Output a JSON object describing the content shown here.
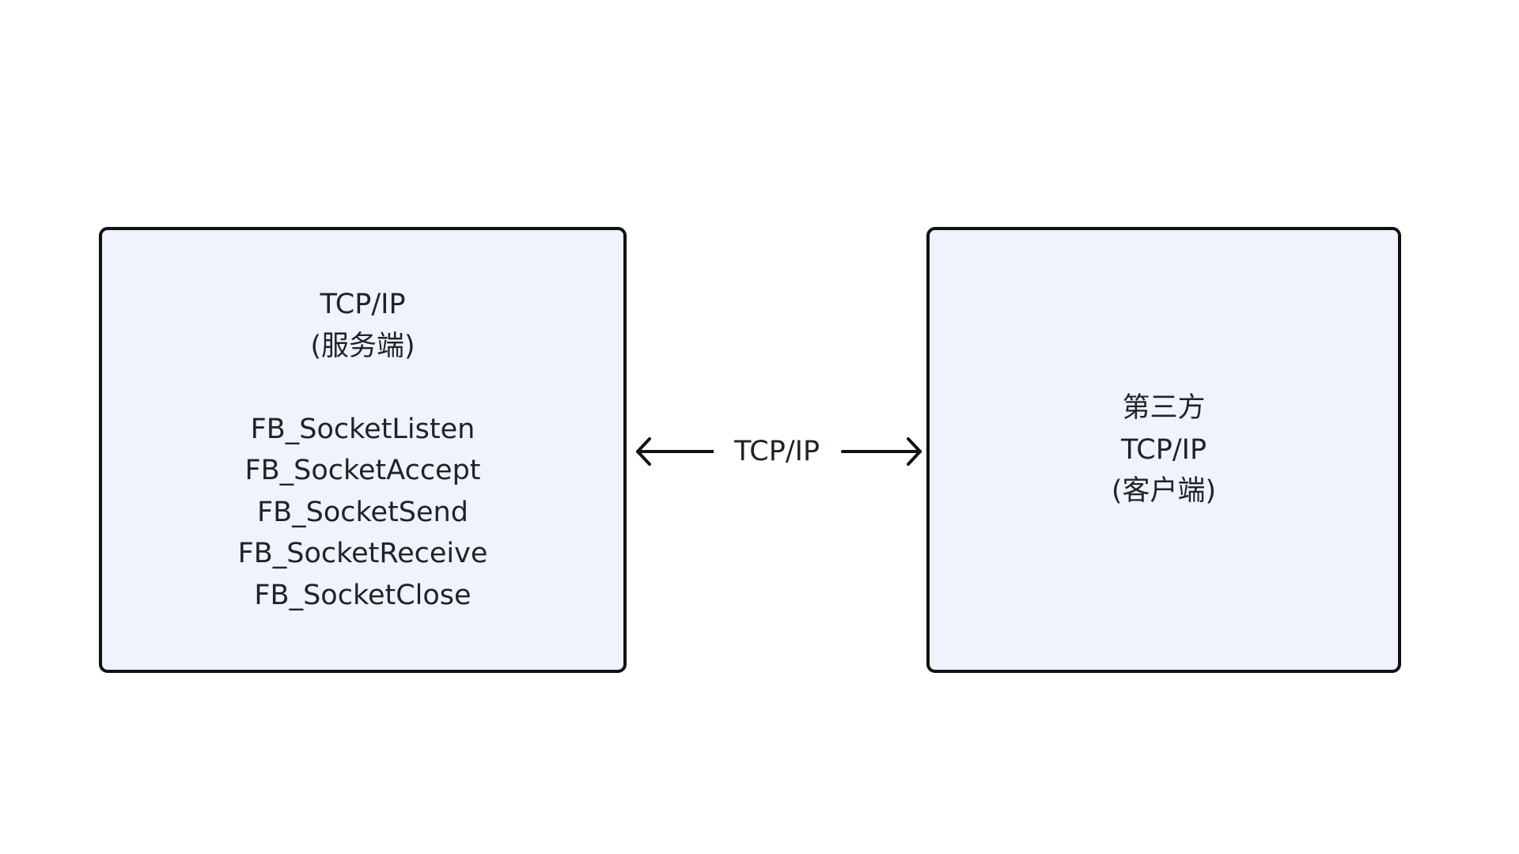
{
  "server": {
    "title": "TCP/IP",
    "role": "(服务端)",
    "functions": [
      "FB_SocketListen",
      "FB_SocketAccept",
      "FB_SocketSend",
      "FB_SocketReceive",
      "FB_SocketClose"
    ]
  },
  "client": {
    "party": "第三方",
    "title": "TCP/IP",
    "role": "(客户端)"
  },
  "connection": {
    "label": "TCP/IP"
  },
  "colors": {
    "box_fill": "#eef3fc",
    "box_border": "#111111",
    "text": "#1f2329",
    "background": "#ffffff"
  }
}
